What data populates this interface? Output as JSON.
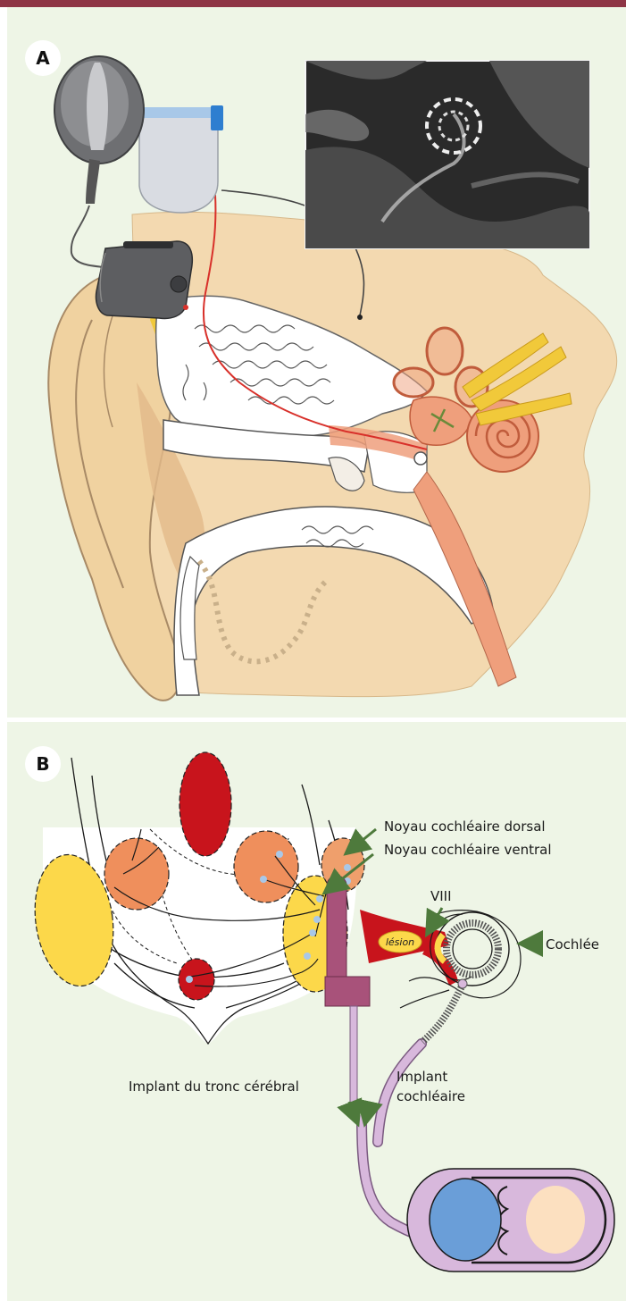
{
  "panel_a": {
    "label": "A"
  },
  "panel_b": {
    "label": "B",
    "labels": {
      "dorsal": "Noyau cochléaire dorsal",
      "ventral": "Noyau cochléaire ventral",
      "nerve": "VIII",
      "lesion": "lésion",
      "cochlea": "Cochlée",
      "brainstem_implant": "Implant du tronc cérébral",
      "cochlear_implant_line1": "Implant",
      "cochlear_implant_line2": "cochléaire"
    }
  },
  "colors": {
    "top_bar": "#8e3545",
    "panel_bg": "#eef5e6",
    "skin": "#f3d9b0",
    "bone": "#ffffff",
    "salmon": "#ef9f7c",
    "yellow_nerve": "#f1c93a",
    "red_nucleus": "#c8141c",
    "orange_nucleus": "#ef8f5c",
    "yellow_nucleus": "#fcd84a",
    "implant_purple": "#a8527a",
    "lilac": "#d8b8dc",
    "blue_magnet": "#6a9ed8",
    "peach": "#fce0c0",
    "arrow_green": "#4e7a3c"
  }
}
